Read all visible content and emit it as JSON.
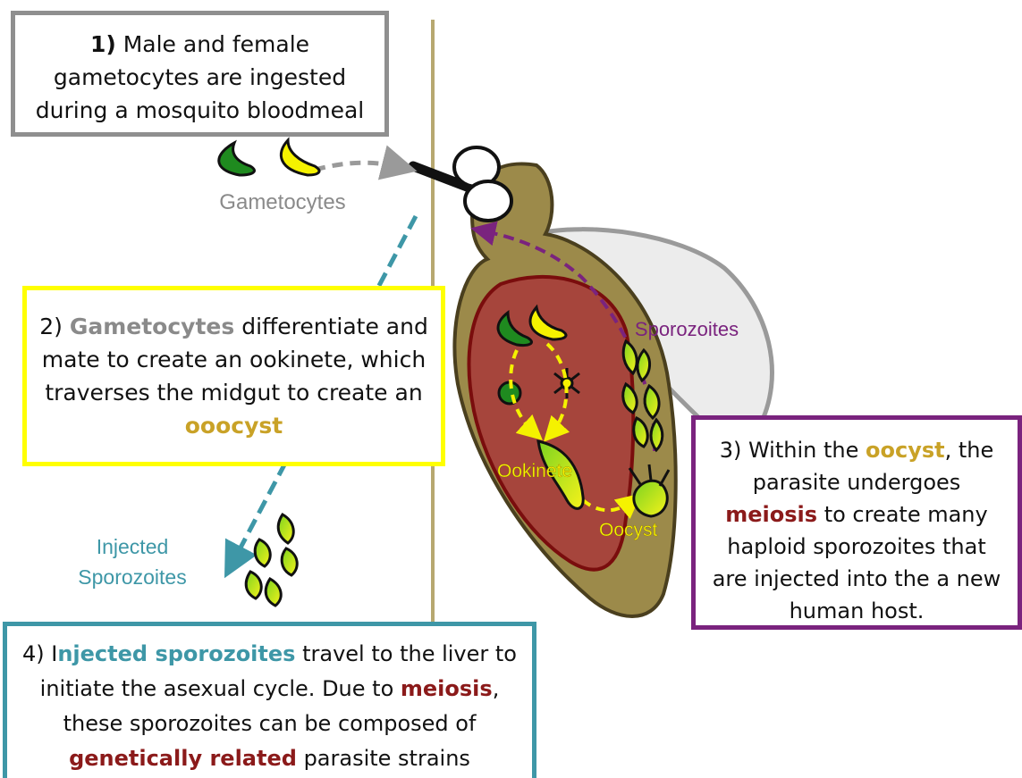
{
  "labels": {
    "gametocytes": "Gametocytes",
    "sporozoites": "Sporozoites",
    "ookinete": "Ookinete",
    "oocyst": "Oocyst",
    "injected_line1": "Injected",
    "injected_line2": "Sporozoites"
  },
  "box1": {
    "num": "1)",
    "line1": "Male and female",
    "line2": "gametocytes are ingested",
    "line3": "during a mosquito bloodmeal"
  },
  "box2": {
    "num": "2)",
    "kw_gametocytes": "Gametocytes",
    "t1": "differentiate and",
    "t2": "mate to create an ookinete, which",
    "t3": "traverses the midgut to create an",
    "kw_ooocyst": "ooocyst"
  },
  "box3": {
    "lead": "3) Within the",
    "kw_oocyst": "oocyst",
    "t1": ", the",
    "t2": "parasite undergoes",
    "kw_meiosis": "meiosis",
    "t3": "to create many",
    "t4": "haploid sporozoites that",
    "t5": "are injected into the a new",
    "t6": "human host."
  },
  "box4": {
    "num": "4) I",
    "kw_injected": "njected sporozoites",
    "t1": "travel to the liver to",
    "t2": "initiate the asexual cycle. Due to",
    "kw_meiosis": "meiosis",
    "t3": ",",
    "t4": "these sporozoites can be composed of",
    "kw_related": "genetically related",
    "t5": "parasite strains"
  },
  "colors": {
    "grey_box": "#8f8f8f",
    "yellow_box": "#ffff00",
    "purple_box": "#7a237e",
    "teal_box": "#3e97a7",
    "mosquito_body": "#9c8a4a",
    "midgut": "#a6453c",
    "green_parasite": "#1f8a1f",
    "yellow_parasite": "#f5f200",
    "divider": "#b7a870"
  }
}
